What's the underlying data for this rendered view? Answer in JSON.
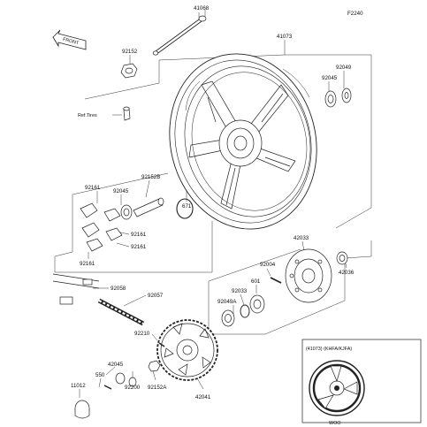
{
  "diagram": {
    "figure_code": "F2240",
    "front_label": "FRONT",
    "ref_tires": "Ref.Tires",
    "inset_caption": "(41073) (KHFA/KJFA)",
    "inset_code": "WOO",
    "parts": {
      "p41068": "41068",
      "p41073": "41073",
      "p92152_top": "92152",
      "p92049_top": "92049",
      "p92045_top": "92045",
      "p92152B": "92152B",
      "p92161_a": "92161",
      "p92045_mid": "92045",
      "p671": "671",
      "p92161_b": "92161",
      "p92161_c": "92161",
      "p92161_d": "92161",
      "p42033": "42033",
      "p92004": "92004",
      "p601": "601",
      "p92033": "92033",
      "p92049A": "92049A",
      "p42036": "42036",
      "p92058": "92058",
      "p92057": "92057",
      "p92210": "92210",
      "p42045": "42045",
      "p550": "550",
      "p11012": "11012",
      "p92200": "92200",
      "p92152A": "92152A",
      "p42041": "42041"
    }
  }
}
